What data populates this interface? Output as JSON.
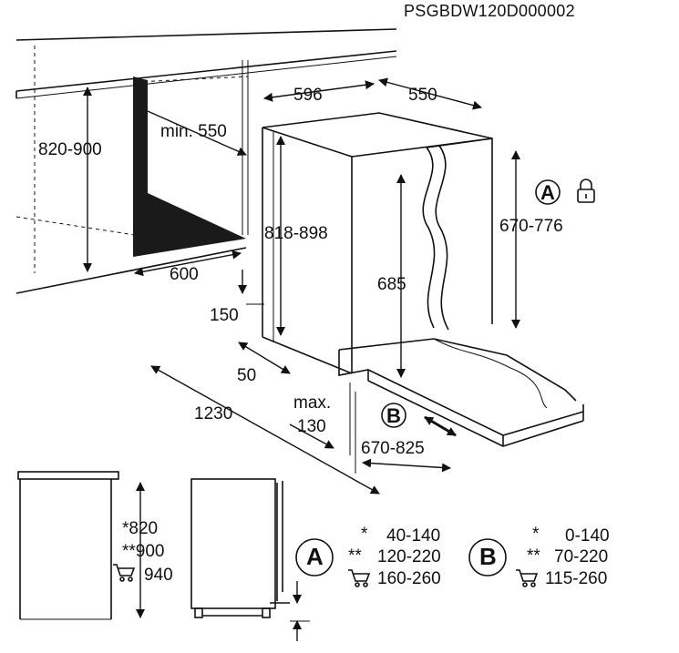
{
  "header": {
    "model_code": "PSGBDW120D000002"
  },
  "dimensions": {
    "niche_height": "820-900",
    "min_depth": "min. 550",
    "niche_width": "600",
    "height_range": "818-898",
    "width": "596",
    "depth": "550",
    "door_height": "685",
    "adjust_height": "670-776",
    "plinth_height": "150",
    "plinth_depth": "50",
    "door_open": "1230",
    "max_label": "max.",
    "max_value": "130",
    "door_swing": "670-825"
  },
  "markers": {
    "a": "A",
    "b": "B"
  },
  "table_a": {
    "rows": [
      {
        "mark": "*",
        "value": "40-140"
      },
      {
        "mark": "**",
        "value": "120-220"
      },
      {
        "mark": "cart",
        "value": "160-260"
      }
    ]
  },
  "table_b": {
    "rows": [
      {
        "mark": "*",
        "value": "0-140"
      },
      {
        "mark": "**",
        "value": "70-220"
      },
      {
        "mark": "cart",
        "value": "115-260"
      }
    ]
  },
  "heights": {
    "h1": "*820",
    "h2": "**900",
    "h3": "940"
  }
}
